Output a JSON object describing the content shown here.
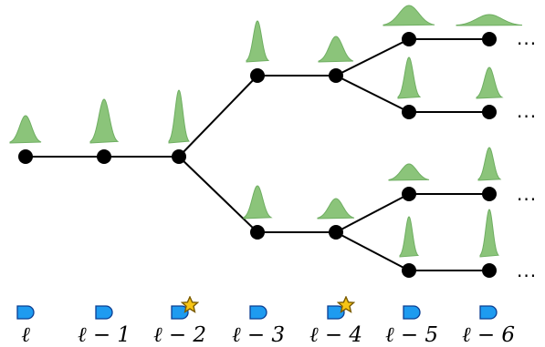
{
  "colors": {
    "edge": "#000000",
    "node": "#000000",
    "distribution_fill": "#8bc47a",
    "distribution_stroke": "#6fae62",
    "marker_fill": "#1e9bf0",
    "marker_stroke": "#0b3d91",
    "star_fill": "#f7c515",
    "star_stroke": "#7a5b00"
  },
  "ellipsis": "...",
  "step_labels": [
    "ℓ",
    "ℓ − 1",
    "ℓ − 2",
    "ℓ − 3",
    "ℓ − 4",
    "ℓ − 5",
    "ℓ − 6"
  ],
  "starred_steps": [
    "ℓ − 2",
    "ℓ − 4"
  ]
}
